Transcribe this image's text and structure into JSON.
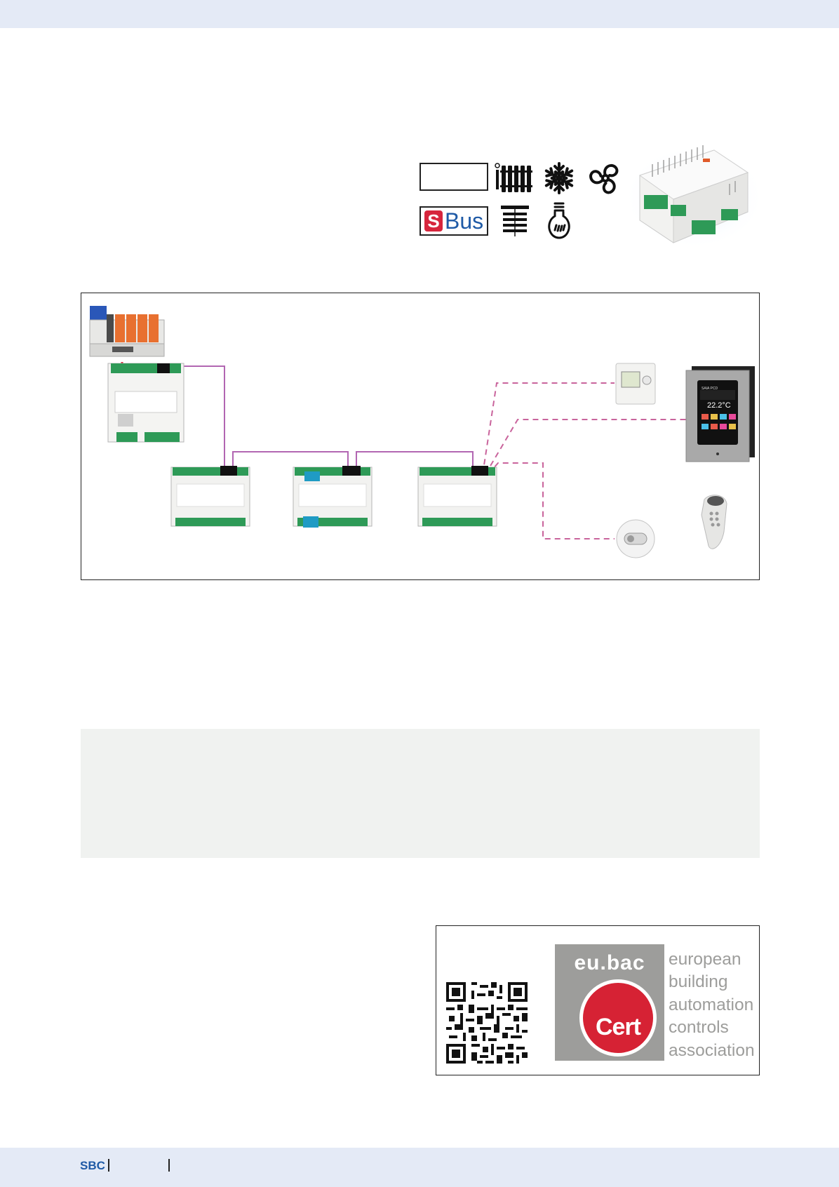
{
  "footer": {
    "brand": "SBC"
  },
  "symbols": {
    "sbus_s": "S",
    "sbus_bus": "Bus",
    "items": [
      "radiator-icon",
      "snowflake-icon",
      "fan-icon",
      "blind-icon",
      "light-bulb-icon"
    ]
  },
  "diagram": {
    "room_panel_display": "22.2°C",
    "room_panel_brand": "SAIA PCD"
  },
  "certification": {
    "eubac_title": "eu.bac",
    "cert_label": "Cert",
    "organization_lines": [
      "european",
      "building",
      "automation",
      "controls",
      "association"
    ]
  },
  "colors": {
    "band": "#e4eaf6",
    "brand_blue": "#1f5aa6",
    "cert_red": "#d62234",
    "eubac_gray": "#9d9d9b",
    "bus_line": "#b266b2",
    "panel_gray": "#f0f2f0"
  }
}
